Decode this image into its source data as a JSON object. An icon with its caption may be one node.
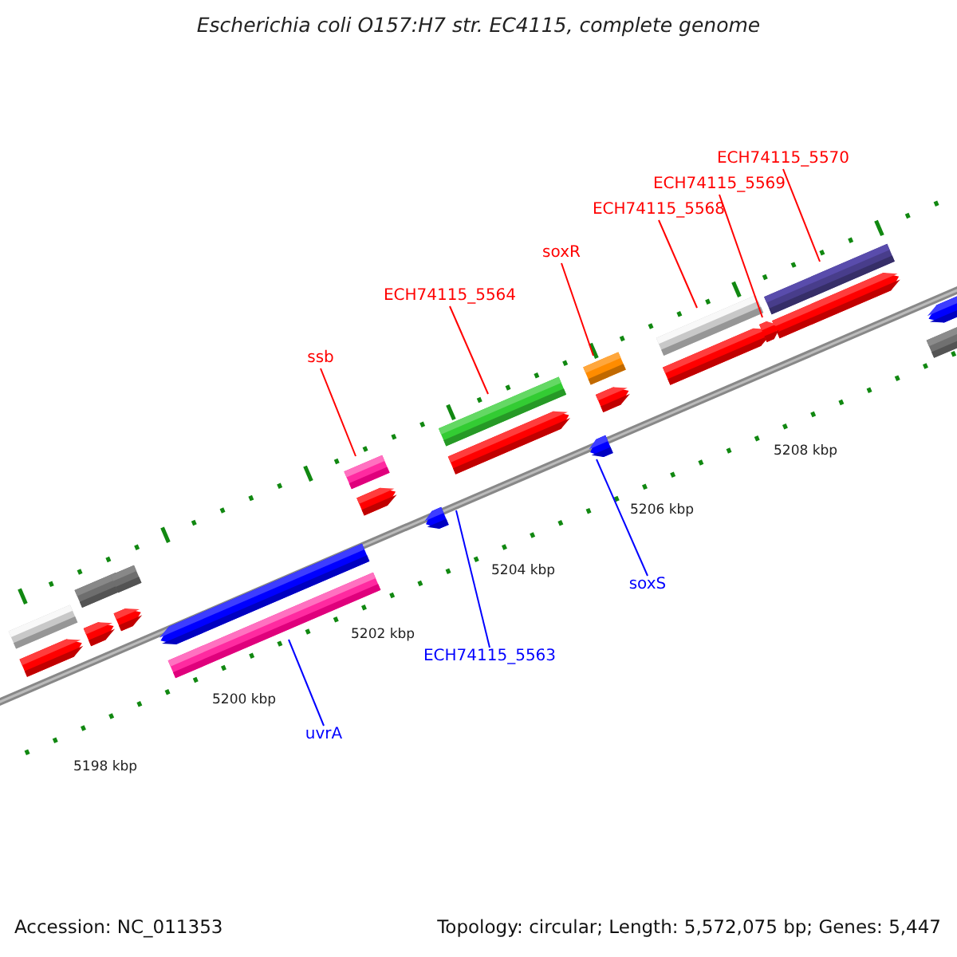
{
  "diagram": {
    "title": "Escherichia coli O157:H7 str. EC4115, complete genome",
    "nodes": [
      {
        "text": [
          "ssb"
        ]
      },
      {
        "text": [],
        "shape": "bar"
      },
      {
        "text": [
          "ECH74115_5564"
        ]
      },
      {
        "text": [],
        "shape": "bar"
      },
      {
        "text": [
          "soxR"
        ]
      },
      {
        "text": [],
        "shape": "bar"
      },
      {
        "text": [
          "ECH74115_5568"
        ]
      },
      {
        "text": [],
        "shape": "bar"
      },
      {
        "text": [
          "ECH74115_5569"
        ]
      },
      {
        "text": [],
        "shape": "arrow"
      },
      {
        "text": [
          "ECH74115_5570"
        ]
      },
      {
        "text": [],
        "shape": "bar"
      },
      {
        "text": [
          "uvrA"
        ]
      },
      {
        "text": [],
        "shape": "bar"
      },
      {
        "text": [
          "ECH74115_5563"
        ]
      },
      {
        "text": [],
        "shape": "arrow"
      },
      {
        "text": [
          "soxS"
        ]
      },
      {
        "text": [],
        "shape": "arrow"
      }
    ],
    "edges": [
      {
        "from": 0,
        "to": 1,
        "arrow": "none"
      },
      {
        "from": 2,
        "to": 3,
        "arrow": "none"
      },
      {
        "from": 4,
        "to": 5,
        "arrow": "none"
      },
      {
        "from": 6,
        "to": 7,
        "arrow": "none"
      },
      {
        "from": 8,
        "to": 9,
        "arrow": "none"
      },
      {
        "from": 10,
        "to": 11,
        "arrow": "none"
      },
      {
        "from": 12,
        "to": 13,
        "arrow": "none",
        "color": "#0000ff"
      },
      {
        "from": 14,
        "to": 15,
        "arrow": "none",
        "color": "#0000ff"
      },
      {
        "from": 16,
        "to": 17,
        "arrow": "none",
        "color": "#0000ff"
      }
    ],
    "labels": [
      "5198 kbp",
      "5200 kbp",
      "5202 kbp",
      "5204 kbp",
      "5206 kbp",
      "5208 kbp",
      "Accession: NC_011353",
      "Topology: circular; Length: 5,572,075 bp; Genes: 5,447"
    ]
  }
}
